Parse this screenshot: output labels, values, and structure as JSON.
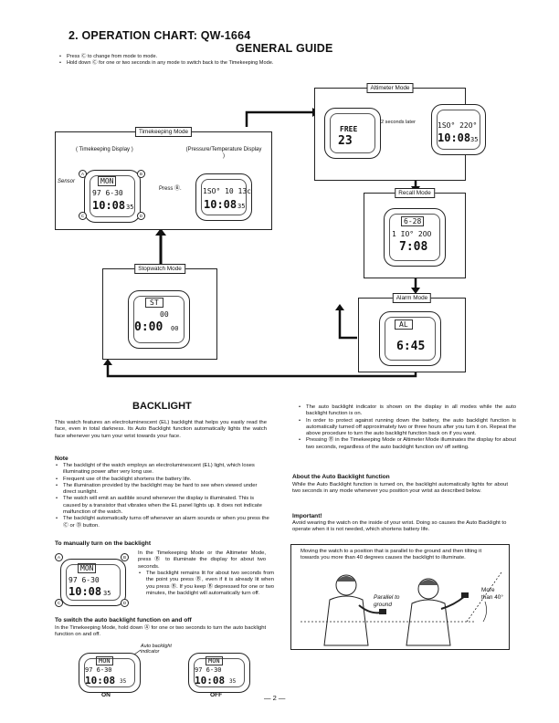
{
  "header": {
    "section_title": "2. OPERATION CHART: QW-1664",
    "guide_title": "GENERAL GUIDE",
    "bullets": [
      "Press Ⓒ to change from mode to mode.",
      "Hold down Ⓒ for one or two seconds in any mode to switch back to the Timekeeping Mode."
    ]
  },
  "chart": {
    "timekeeping": {
      "title": "Timekeeping Mode",
      "left_caption": "( Timekeeping Display )",
      "right_caption": "(Pressure/Temperature Display )",
      "sensor_label": "Sensor",
      "press_label": "Press Ⓑ.",
      "lcd_left": {
        "day": "MON",
        "date": "97  6-30",
        "time": "10:08",
        "sec": "35"
      },
      "lcd_right": {
        "top": "1SO° 10 13c",
        "time": "10:08",
        "sec": "35"
      }
    },
    "altimeter": {
      "title": "Altimeter Mode",
      "later_label": "2 seconds later",
      "lcd_left": {
        "top": "FREE",
        "mid": "23"
      },
      "lcd_right": {
        "top": "1SO° 22O°",
        "time": "10:08",
        "sec": "35"
      }
    },
    "recall": {
      "title": "Recall Mode",
      "lcd": {
        "top": "6-28",
        "mid": "1 IO°  2OO",
        "time": "7:08"
      }
    },
    "alarm": {
      "title": "Alarm Mode",
      "lcd": {
        "top": "AL",
        "time": "6:45"
      }
    },
    "stopwatch": {
      "title": "Stopwatch Mode",
      "lcd": {
        "top": "ST",
        "mid": "00",
        "time": "0:00",
        "sec": "00"
      }
    }
  },
  "backlight": {
    "title": "BACKLIGHT",
    "intro": "This watch features an electroluminescent (EL) backlight that helps you easily read the face, even in total darkness. Its Auto Backlight function automatically lights the watch face whenever you turn your wrist towards your face.",
    "note_title": "Note",
    "notes": [
      "The backlight of the watch employs an electroluminescent (EL) light, which loses illuminating power after very long use.",
      "Frequent use of the backlight shortens the battery life.",
      "The illumination provided by the backlight may be hard to see when viewed under direct sunlight.",
      "The watch will emit an audible sound whenever the display is illuminated. This is caused by a transistor that vibrates when the EL panel lights up. It does not indicate malfunction of the watch.",
      "The backlight automatically turns off whenever an alarm sounds or when you press the Ⓒ or Ⓓ button."
    ],
    "manual_title": "To manually turn on the backlight",
    "manual_text": "In the Timekeeping Mode or the Altimeter Mode, press Ⓑ to illuminate the display for about two seconds.",
    "manual_bullet": "The backlight remains lit for about two seconds from the point you press Ⓑ, even if it is already lit when you press Ⓑ. If you keep Ⓑ depressed for one or two minutes, the backlight will automatically turn off.",
    "manual_lcd": {
      "day": "MON",
      "date": "97  6-30",
      "time": "10:08",
      "sec": "35"
    },
    "switch_title": "To switch the auto backlight function on and off",
    "switch_text": "In the Timekeeping Mode, hold down Ⓐ for one or two seconds to turn the auto backlight function on and off.",
    "auto_indicator_label": "Auto backlight indicator",
    "on_label": "ON",
    "off_label": "OFF",
    "right_bullets": [
      "The auto backlight indicator is shown on the display in all modes while the auto backlight function is on.",
      "In order to protect against running down the battery, the auto backlight function is automatically turned off approximately two or three hours after you turn it on. Repeat the above procedure to turn the auto backlight function back on if you want.",
      "Pressing Ⓑ in the Timekeeping Mode or Altimeter Mode illuminates the display for about two seconds, regardless of the auto backlight function on/ off setting."
    ],
    "about_title": "About the Auto Backlight function",
    "about_text": "While the Auto Backlight function is turned on, the backlight automatically lights for about two seconds in any mode whenever you position your wrist as described below.",
    "important_title": "Important!",
    "important_text": "Avoid wearing the watch on the inside of your wrist. Doing so causes the Auto Backlight to operate when it is not needed, which shortens battery life.",
    "figure_caption": "Moving the watch to a position that is parallel to the ground and then tilting it towards you more than 40 degrees causes the backlight to illuminate.",
    "parallel_label": "Parallel  to ground",
    "more_label": "More than 40°"
  },
  "footer": {
    "page_number": "— 2 —"
  }
}
